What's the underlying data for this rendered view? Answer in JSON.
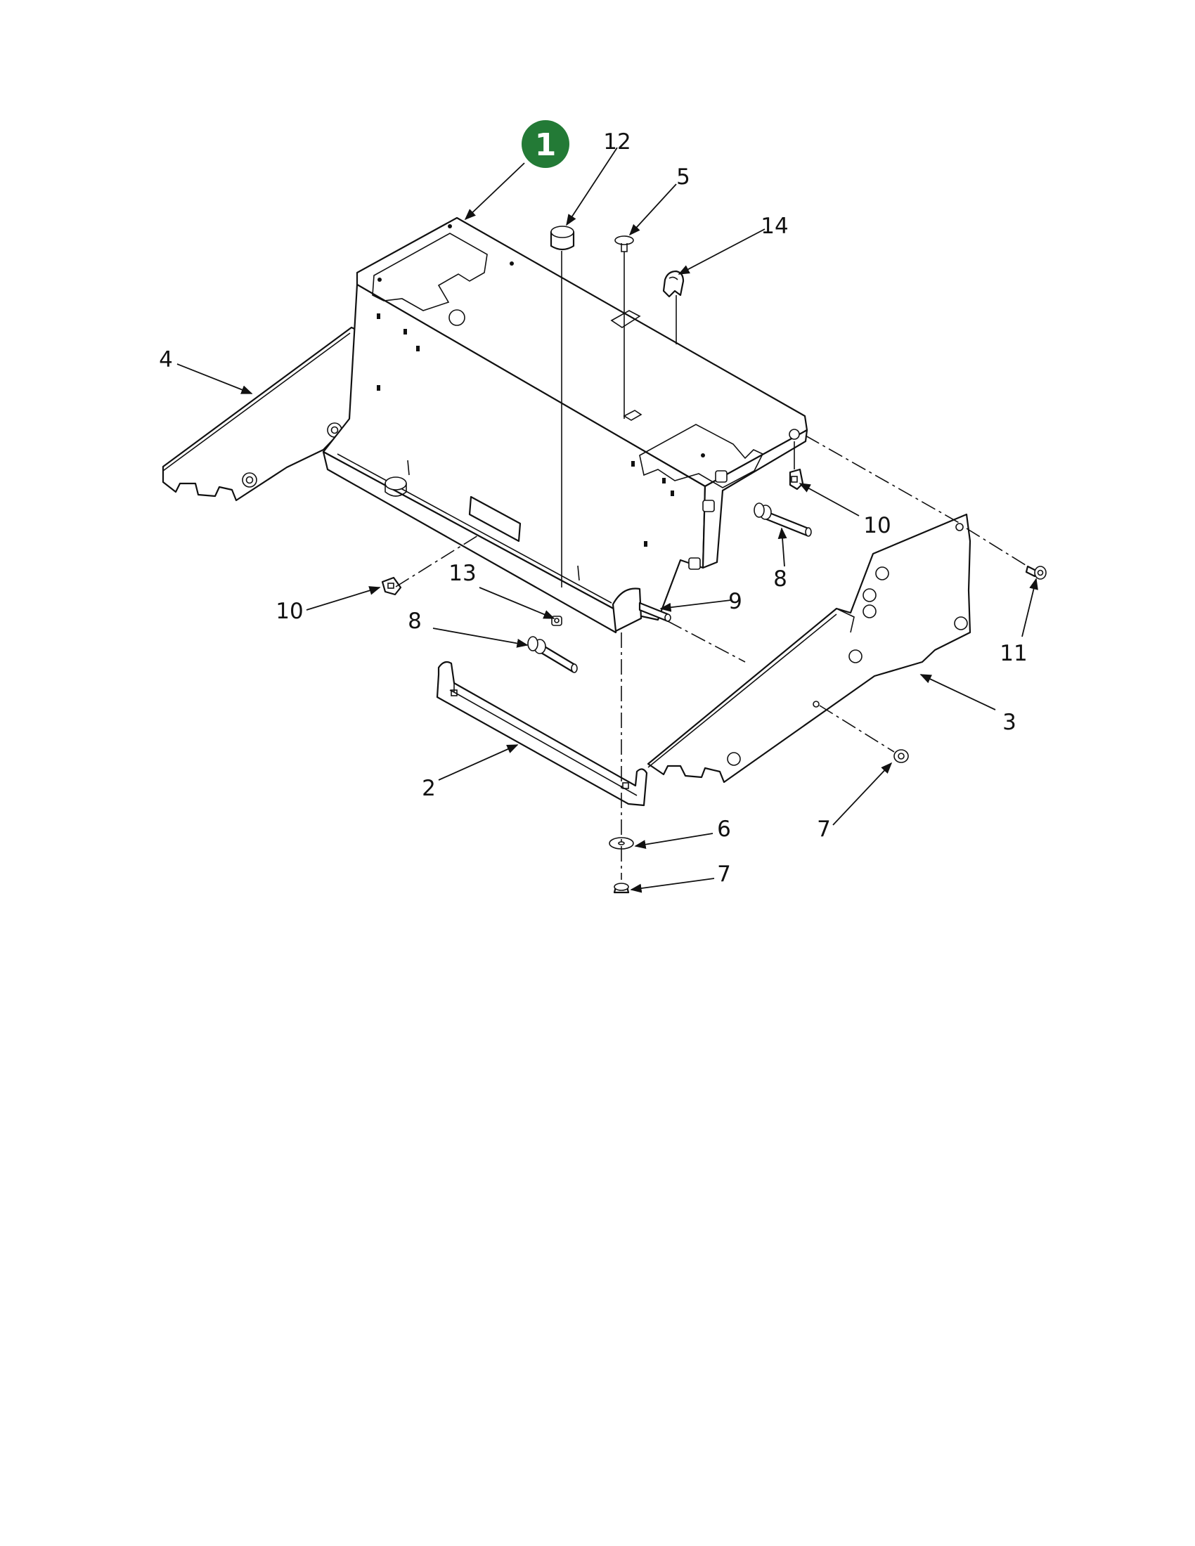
{
  "badge": {
    "label": "1",
    "color": "#237a36"
  },
  "callouts": [
    {
      "id": "c12",
      "text": "12"
    },
    {
      "id": "c5",
      "text": "5"
    },
    {
      "id": "c14",
      "text": "14"
    },
    {
      "id": "c4",
      "text": "4"
    },
    {
      "id": "c10r",
      "text": "10"
    },
    {
      "id": "c8r",
      "text": "8"
    },
    {
      "id": "c9",
      "text": "9"
    },
    {
      "id": "c13",
      "text": "13"
    },
    {
      "id": "c10l",
      "text": "10"
    },
    {
      "id": "c8l",
      "text": "8"
    },
    {
      "id": "c11",
      "text": "11"
    },
    {
      "id": "c3",
      "text": "3"
    },
    {
      "id": "c2",
      "text": "2"
    },
    {
      "id": "c6",
      "text": "6"
    },
    {
      "id": "c7b",
      "text": "7"
    },
    {
      "id": "c7r",
      "text": "7"
    }
  ]
}
